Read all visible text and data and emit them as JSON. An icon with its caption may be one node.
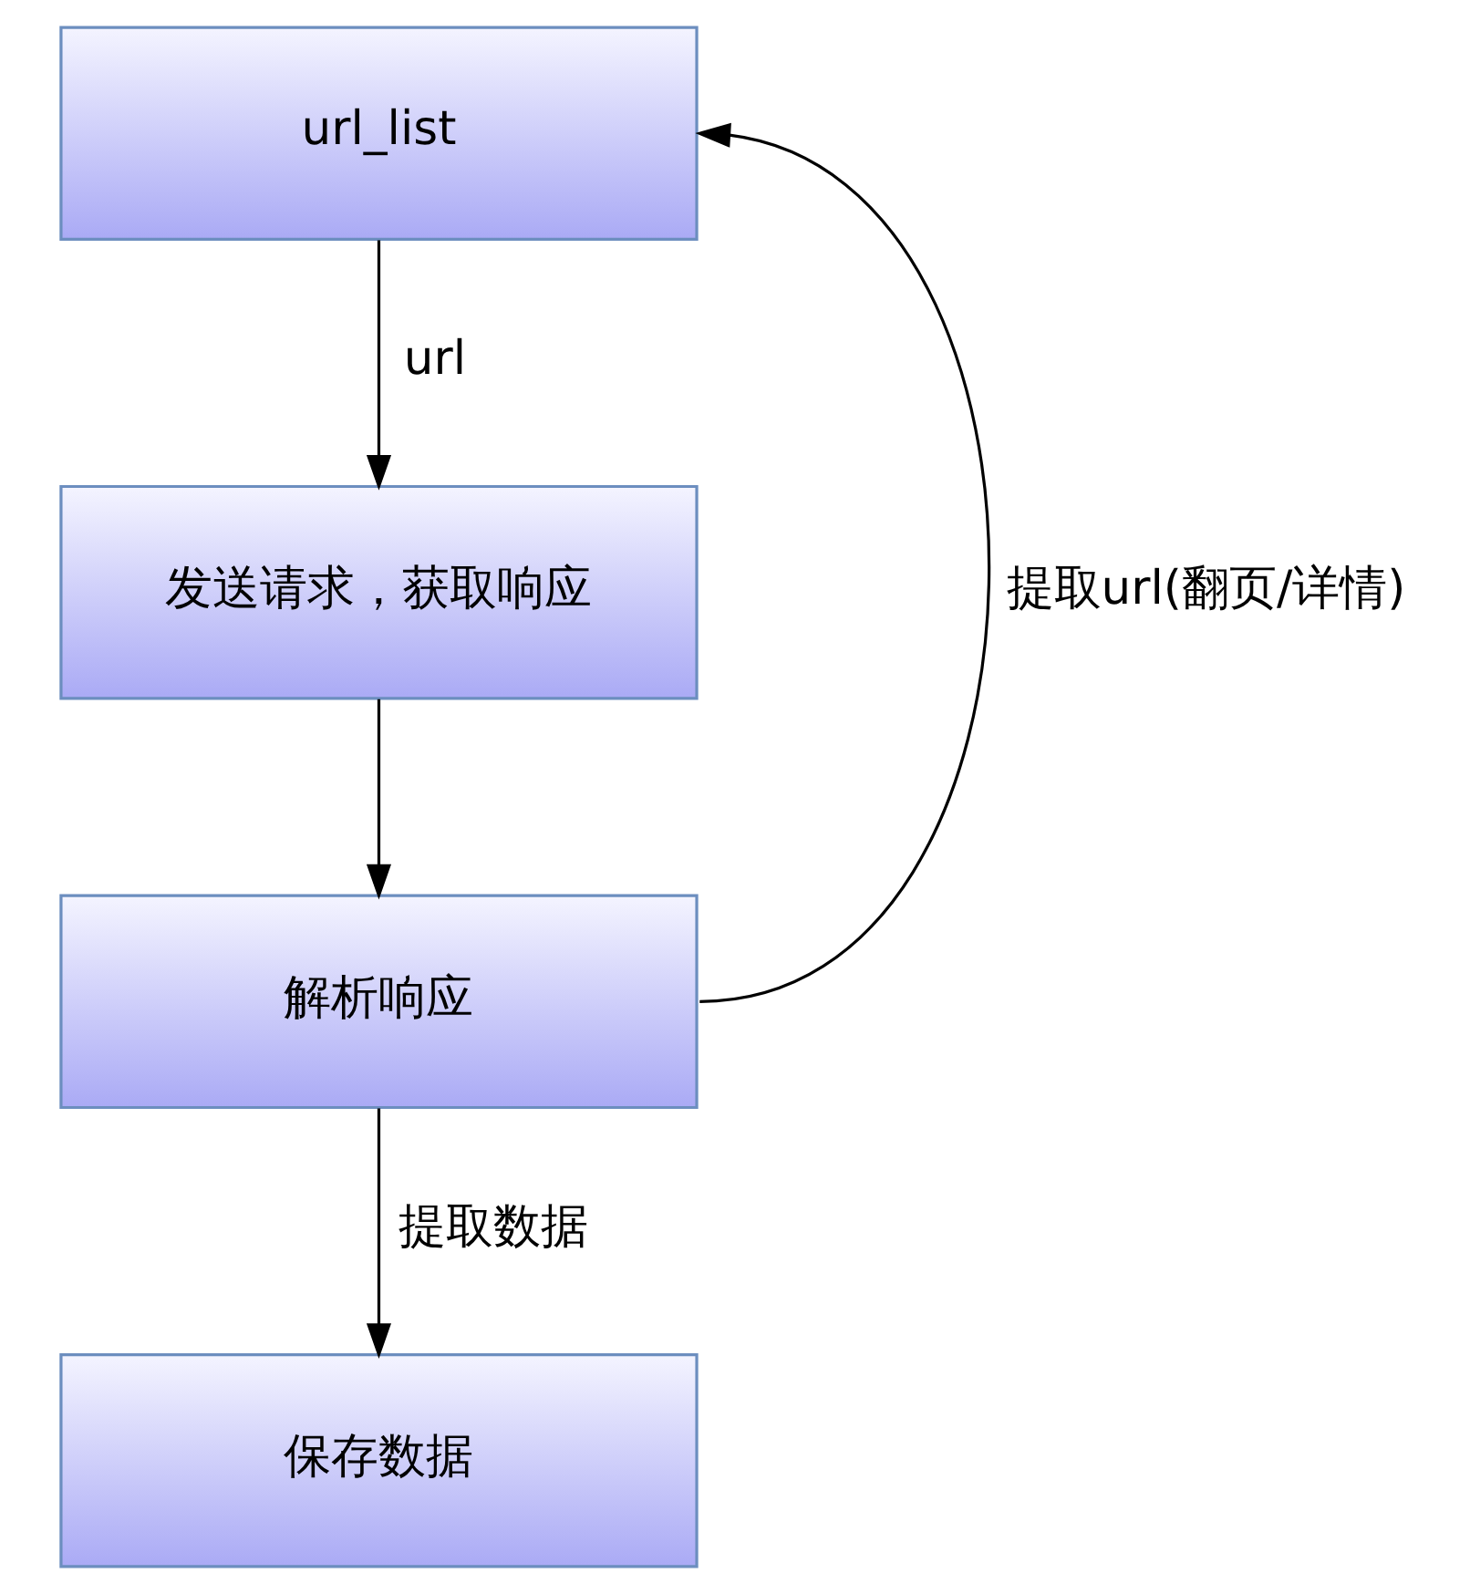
{
  "diagram": {
    "nodes": [
      {
        "text": [
          "url_list"
        ]
      },
      {
        "text": [
          "发送请求，获取响应"
        ]
      },
      {
        "text": [
          "解析响应"
        ]
      },
      {
        "text": [
          "保存数据"
        ]
      }
    ],
    "edges": [
      {
        "from": 0,
        "to": 1,
        "arrow": "to",
        "label": "url"
      },
      {
        "from": 1,
        "to": 2,
        "arrow": "to"
      },
      {
        "from": 2,
        "to": 3,
        "arrow": "to",
        "label": "提取数据"
      },
      {
        "from": 2,
        "to": 0,
        "arrow": "to",
        "label": "提取url(翻页/详情)"
      }
    ]
  }
}
